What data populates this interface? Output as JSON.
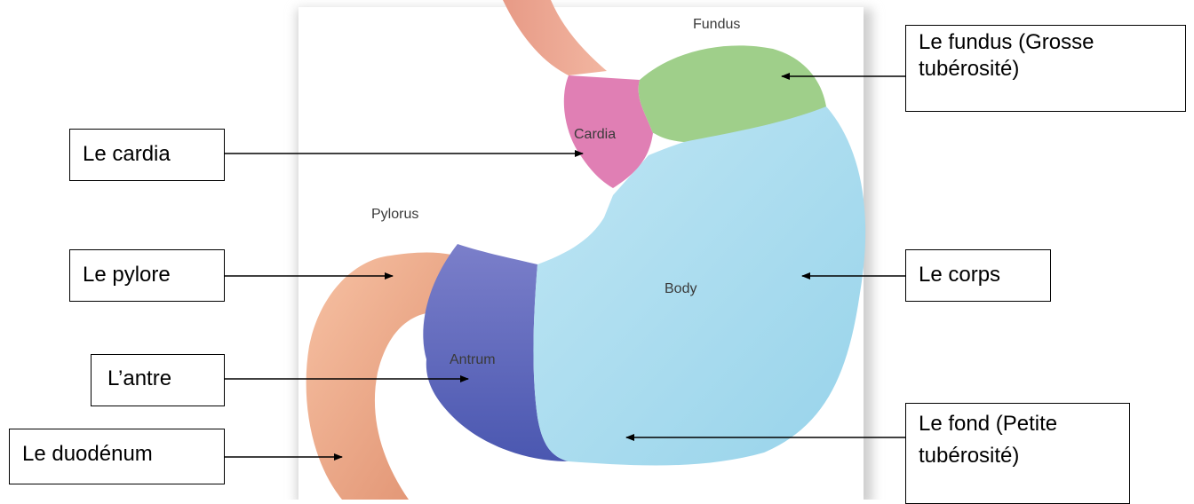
{
  "image_labels": {
    "fundus": "Fundus",
    "cardia": "Cardia",
    "pylorus": "Pylorus",
    "body": "Body",
    "antrum": "Antrum"
  },
  "callouts": {
    "fundus": [
      "Le fundus (Grosse",
      "tubérosité)"
    ],
    "cardia": "Le cardia",
    "pylore": "Le pylore",
    "corps": "Le corps",
    "antre": "L’antre",
    "fond": [
      "Le fond (Petite",
      "tubérosité)"
    ],
    "duodenum": "Le duodénum"
  },
  "colors": {
    "esophagus": "#e8a08a",
    "cardia": "#e27fb4",
    "fundus": "#9fcf8a",
    "body": "#a9dcef",
    "antrum": "#5a64b8",
    "pylorus_duodenum": "#eba281"
  }
}
